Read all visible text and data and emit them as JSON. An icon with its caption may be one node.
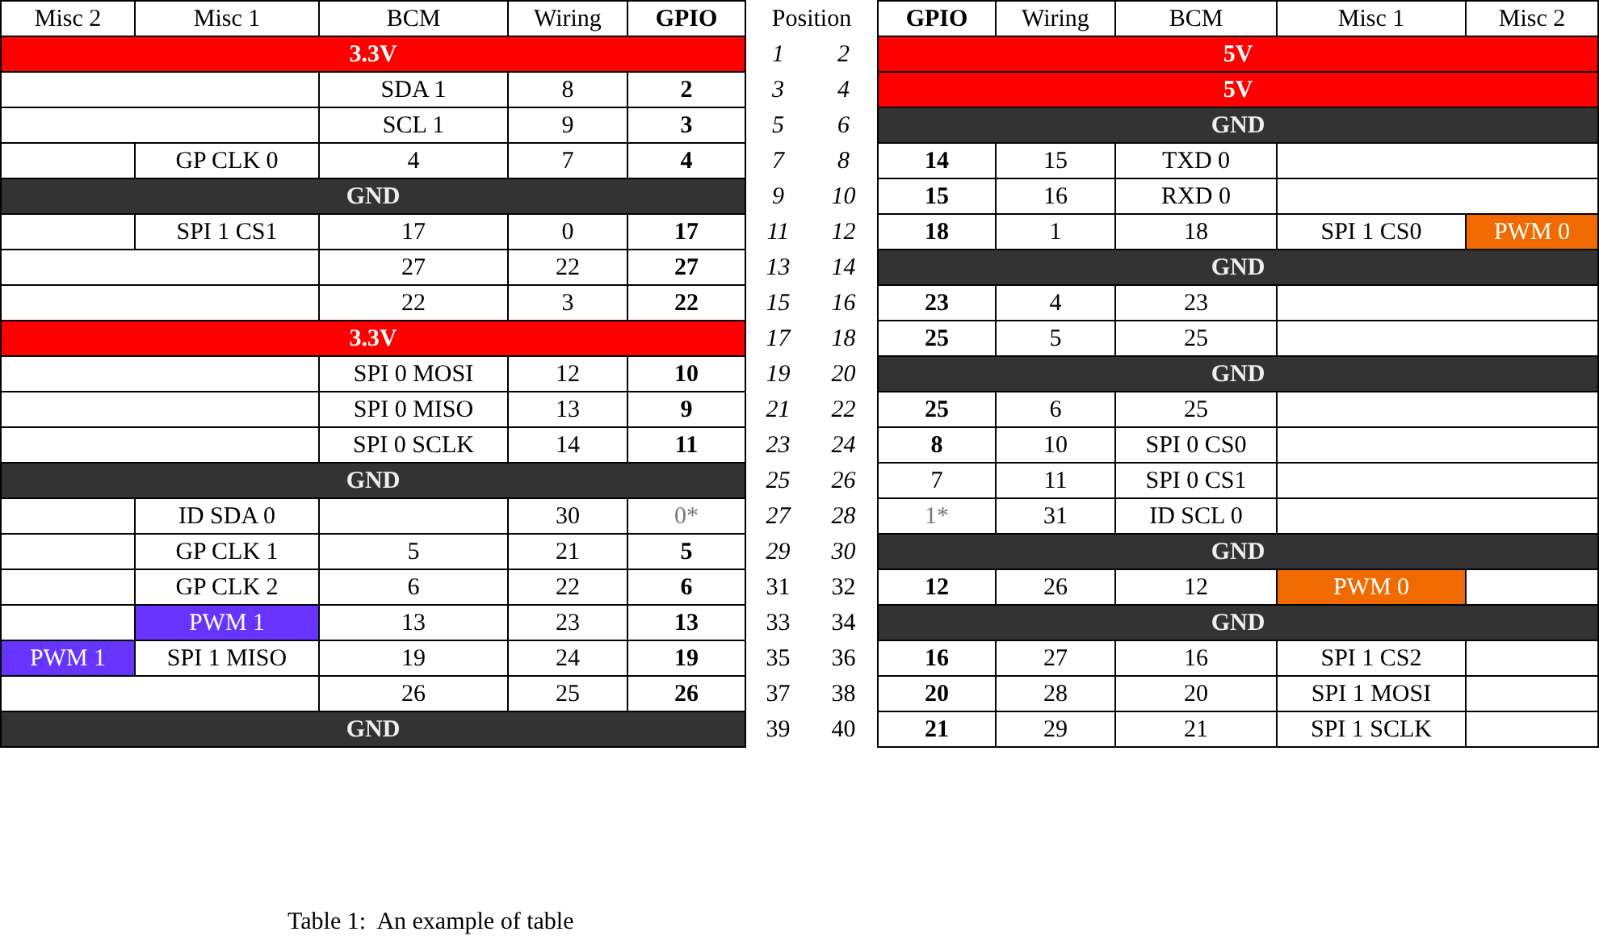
{
  "diagram": {
    "caption": "Table 1:  An example of table",
    "labels": [
      "Misc 2",
      "Misc 1",
      "BCM",
      "Wiring",
      "GPIO",
      "Position",
      "GPIO",
      "Wiring",
      "BCM",
      "Misc 1",
      "Misc 2",
      "3.3V",
      "1",
      "2",
      "5V",
      "SDA 1",
      "8",
      "2",
      "3",
      "4",
      "5V",
      "SCL 1",
      "9",
      "3",
      "5",
      "6",
      "GND",
      "GP CLK 0",
      "4",
      "7",
      "4",
      "7",
      "8",
      "14",
      "15",
      "TXD 0",
      "GND",
      "9",
      "10",
      "15",
      "16",
      "RXD 0",
      "SPI 1 CS1",
      "17",
      "0",
      "17",
      "11",
      "12",
      "18",
      "1",
      "18",
      "SPI 1 CS0",
      "PWM 0",
      "27",
      "22",
      "27",
      "13",
      "14",
      "GND",
      "22",
      "3",
      "22",
      "15",
      "16",
      "23",
      "4",
      "23",
      "3.3V",
      "17",
      "18",
      "25",
      "5",
      "25",
      "SPI 0 MOSI",
      "12",
      "10",
      "19",
      "20",
      "GND",
      "SPI 0 MISO",
      "13",
      "9",
      "21",
      "22",
      "25",
      "6",
      "25",
      "SPI 0 SCLK",
      "14",
      "11",
      "23",
      "24",
      "8",
      "10",
      "SPI 0 CS0",
      "GND",
      "25",
      "26",
      "7",
      "11",
      "SPI 0 CS1",
      "ID SDA 0",
      "30",
      "0*",
      "27",
      "28",
      "1*",
      "31",
      "ID SCL 0",
      "GP CLK 1",
      "5",
      "21",
      "5",
      "29",
      "30",
      "GND",
      "GP CLK 2",
      "6",
      "22",
      "6",
      "31",
      "32",
      "12",
      "26",
      "12",
      "PWM 0",
      "PWM 1",
      "13",
      "23",
      "13",
      "33",
      "34",
      "GND",
      "PWM 1",
      "SPI 1 MISO",
      "19",
      "24",
      "19",
      "35",
      "36",
      "16",
      "27",
      "16",
      "SPI 1 CS2",
      "26",
      "25",
      "26",
      "37",
      "38",
      "20",
      "28",
      "20",
      "SPI 1 MOSI",
      "GND",
      "39",
      "40",
      "21",
      "29",
      "21",
      "SPI 1 SCLK"
    ]
  }
}
